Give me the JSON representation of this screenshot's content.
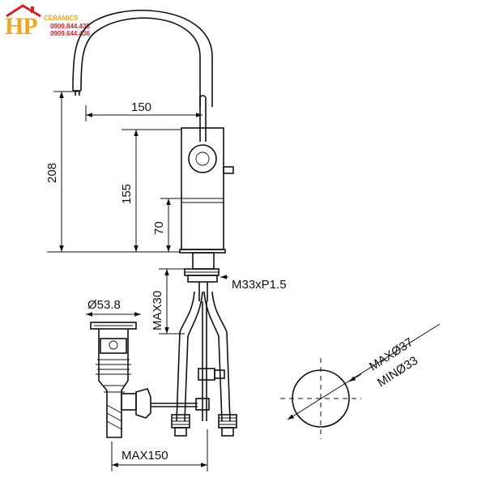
{
  "logo": {
    "mark": "HP",
    "brand": "CERAMICS",
    "phone_1": "0909.844.438",
    "phone_2": "0909.644.436",
    "colors": {
      "mark": "#f2a516",
      "phone": "#d91f26"
    }
  },
  "dimensions": {
    "spout_reach": "150",
    "total_height": "208",
    "handle_height": "155",
    "body_height": "70",
    "thread": "M33xP1.5",
    "max_thickness": "MAX30",
    "drain_diameter": "Ø53.8",
    "max_distance": "MAX150",
    "hole_max": "MAXØ37",
    "hole_min": "MINØ33"
  }
}
